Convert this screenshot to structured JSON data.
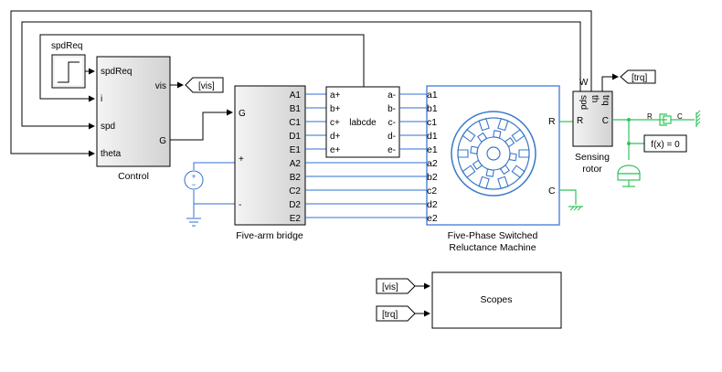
{
  "blocks": {
    "step_label": "spdReq",
    "control": {
      "caption": "Control",
      "in_ports": [
        "spdReq",
        "i",
        "spd",
        "theta"
      ],
      "out_ports": [
        "vis",
        "G"
      ]
    },
    "vis_goto": "[vis]",
    "bridge": {
      "caption": "Five-arm bridge",
      "in_port": "G",
      "plus": "+",
      "minus": "-",
      "out_ports": [
        "A1",
        "B1",
        "C1",
        "D1",
        "E1",
        "A2",
        "B2",
        "C2",
        "D2",
        "E2"
      ]
    },
    "labcde": {
      "label": "labcde",
      "left_ports": [
        "a+",
        "b+",
        "c+",
        "d+",
        "e+"
      ],
      "right_ports": [
        "a-",
        "b-",
        "c-",
        "d-",
        "e-"
      ]
    },
    "machine": {
      "caption_line1": "Five-Phase Switched",
      "caption_line2": "Reluctance Machine",
      "ports": [
        "a1",
        "b1",
        "c1",
        "d1",
        "e1",
        "a2",
        "b2",
        "c2",
        "d2",
        "e2"
      ],
      "port_r": "R",
      "port_c": "C"
    },
    "sensor": {
      "caption_line1": "Sensing",
      "caption_line2": "rotor",
      "top_ports": [
        "spd",
        "th",
        "trq"
      ],
      "port_r": "R",
      "port_c": "C",
      "w_label": "W"
    },
    "trq_goto": "[trq]",
    "damper": {
      "r_label": "R",
      "c_label": "C"
    },
    "solver": "f(x) = 0",
    "scopes": {
      "label": "Scopes",
      "inputs": [
        "[vis]",
        "[trq]"
      ]
    }
  }
}
